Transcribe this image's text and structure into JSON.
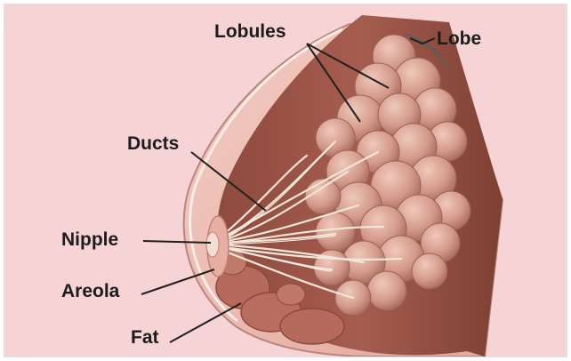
{
  "labels": {
    "lobules": "Lobules",
    "lobe": "Lobe",
    "ducts": "Ducts",
    "nipple": "Nipple",
    "areola": "Areola",
    "fat": "Fat"
  },
  "colors": {
    "background": "#f6d4d6",
    "skin": "#eab3aa",
    "tissue": "#a0584a",
    "lobules": "#cf9486",
    "ducts": "#f1e6da",
    "label_text": "#1c1c1c"
  }
}
